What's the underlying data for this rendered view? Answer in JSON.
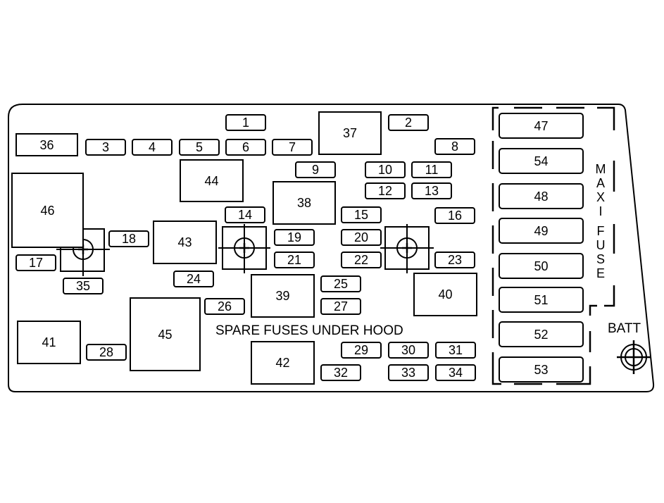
{
  "fuses": [
    "1",
    "2",
    "3",
    "4",
    "5",
    "6",
    "7",
    "8",
    "9",
    "10",
    "11",
    "12",
    "13",
    "14",
    "15",
    "16",
    "17",
    "18",
    "19",
    "20",
    "21",
    "22",
    "23",
    "24",
    "25",
    "26",
    "27",
    "28",
    "29",
    "30",
    "31",
    "32",
    "33",
    "34",
    "35"
  ],
  "relays": [
    "36",
    "37",
    "38",
    "39",
    "40",
    "41",
    "42",
    "43",
    "44",
    "45",
    "46"
  ],
  "maxi_fuses": [
    "47",
    "54",
    "48",
    "49",
    "50",
    "51",
    "52",
    "53"
  ],
  "spare_label": "SPARE FUSES UNDER HOOD",
  "maxi_label": "MAXI-FUSE",
  "maxi_label_letters": [
    "M",
    "A",
    "X",
    "I",
    "F",
    "U",
    "S",
    "E"
  ],
  "batt_label": "BATT"
}
